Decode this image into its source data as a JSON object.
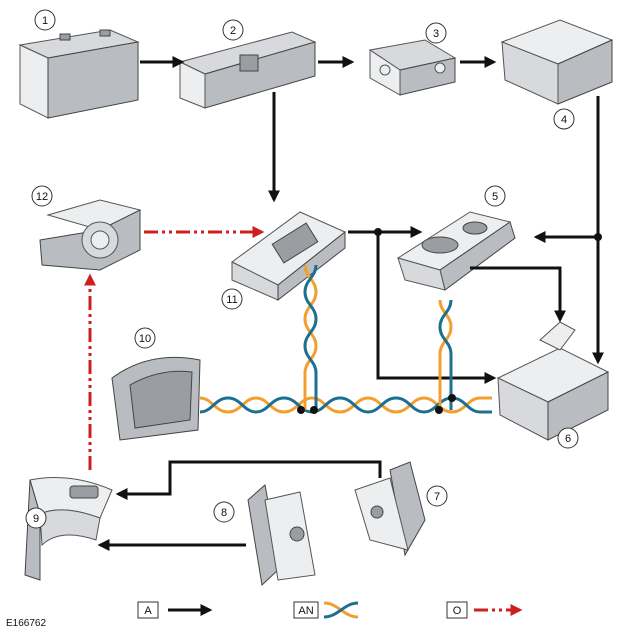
{
  "callouts": [
    "1",
    "2",
    "3",
    "4",
    "5",
    "6",
    "7",
    "8",
    "9",
    "10",
    "11",
    "12"
  ],
  "legend": {
    "arrow_key": "A",
    "bus_key": "AN",
    "dashed_key": "O"
  },
  "reference": "E166762",
  "colors": {
    "arrow": "#111111",
    "dashed": "#cc1f1f",
    "bus_orange": "#f0a030",
    "bus_teal": "#1f6f8f"
  }
}
